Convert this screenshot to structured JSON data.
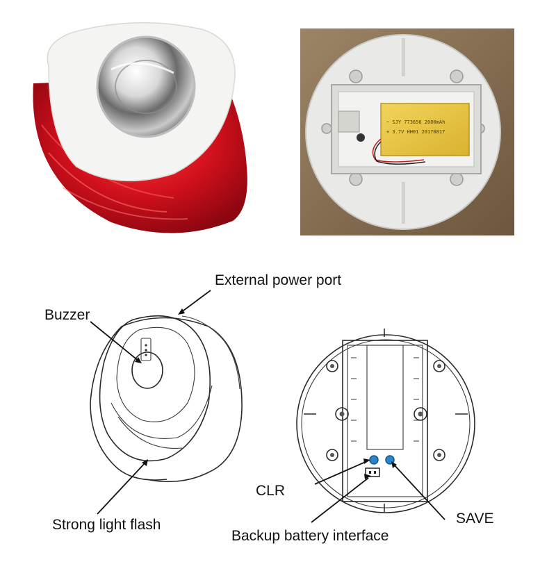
{
  "photos": {
    "siren_front": {
      "description_icon": "red-siren-photo"
    },
    "siren_back": {
      "battery_lines": [
        "~ SJY 773656 2000mAh",
        "+ 3.7V HH01 20170817"
      ]
    }
  },
  "diagram": {
    "labels": {
      "external_power_port": "External power port",
      "buzzer": "Buzzer",
      "strong_light_flash": "Strong light flash",
      "clr": "CLR",
      "save": "SAVE",
      "backup_battery_interface": "Backup battery interface"
    },
    "colors": {
      "siren_red": "#c8101c",
      "button_blue": "#2a86c9",
      "photo_bg": "#8a6f55"
    }
  }
}
